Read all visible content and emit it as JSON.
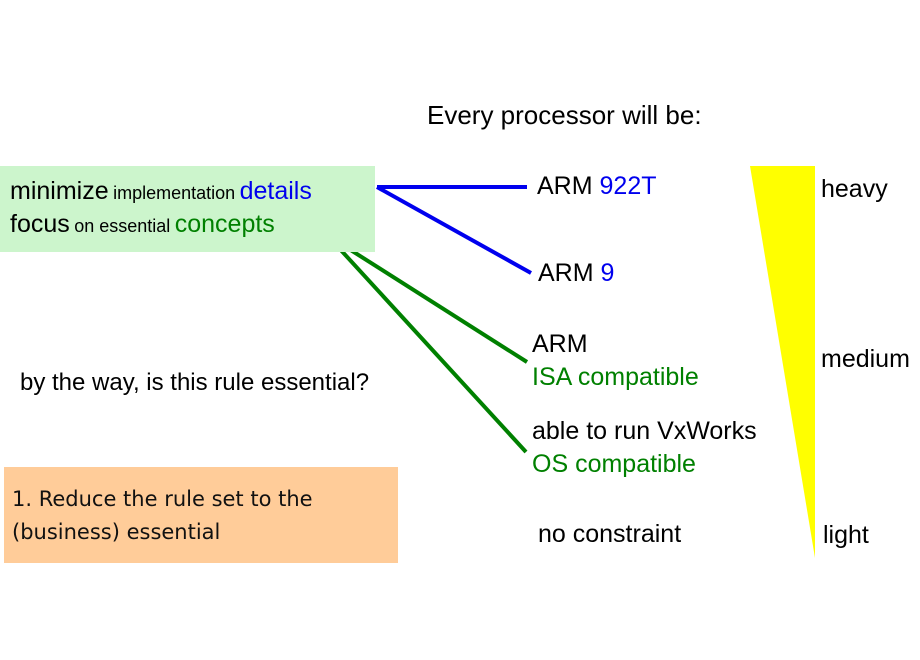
{
  "heading": "Every processor will be:",
  "rule": {
    "line1": {
      "w1": "minimize",
      "w2": "implementation",
      "w3": "details"
    },
    "line2": {
      "w1": "focus",
      "w2": "on essential",
      "w3": "concepts"
    }
  },
  "question": "by the way, is this rule essential?",
  "note": "1. Reduce the rule set to the (business) essential",
  "options": {
    "opt1": {
      "prefix": "ARM",
      "suffix": "922T"
    },
    "opt2": {
      "prefix": "ARM",
      "suffix": "9"
    },
    "opt3": {
      "line1": "ARM",
      "line2": "ISA compatible"
    },
    "opt4": {
      "line1": "able to run VxWorks",
      "line2": "OS compatible"
    },
    "opt5": "no constraint"
  },
  "levels": {
    "heavy": "heavy",
    "medium": "medium",
    "light": "light"
  },
  "colors": {
    "rule_box": "#ccf5cc",
    "note_box": "#ffcc99",
    "blue": "#0000ee",
    "green": "#008000",
    "wedge": "#ffff00"
  }
}
